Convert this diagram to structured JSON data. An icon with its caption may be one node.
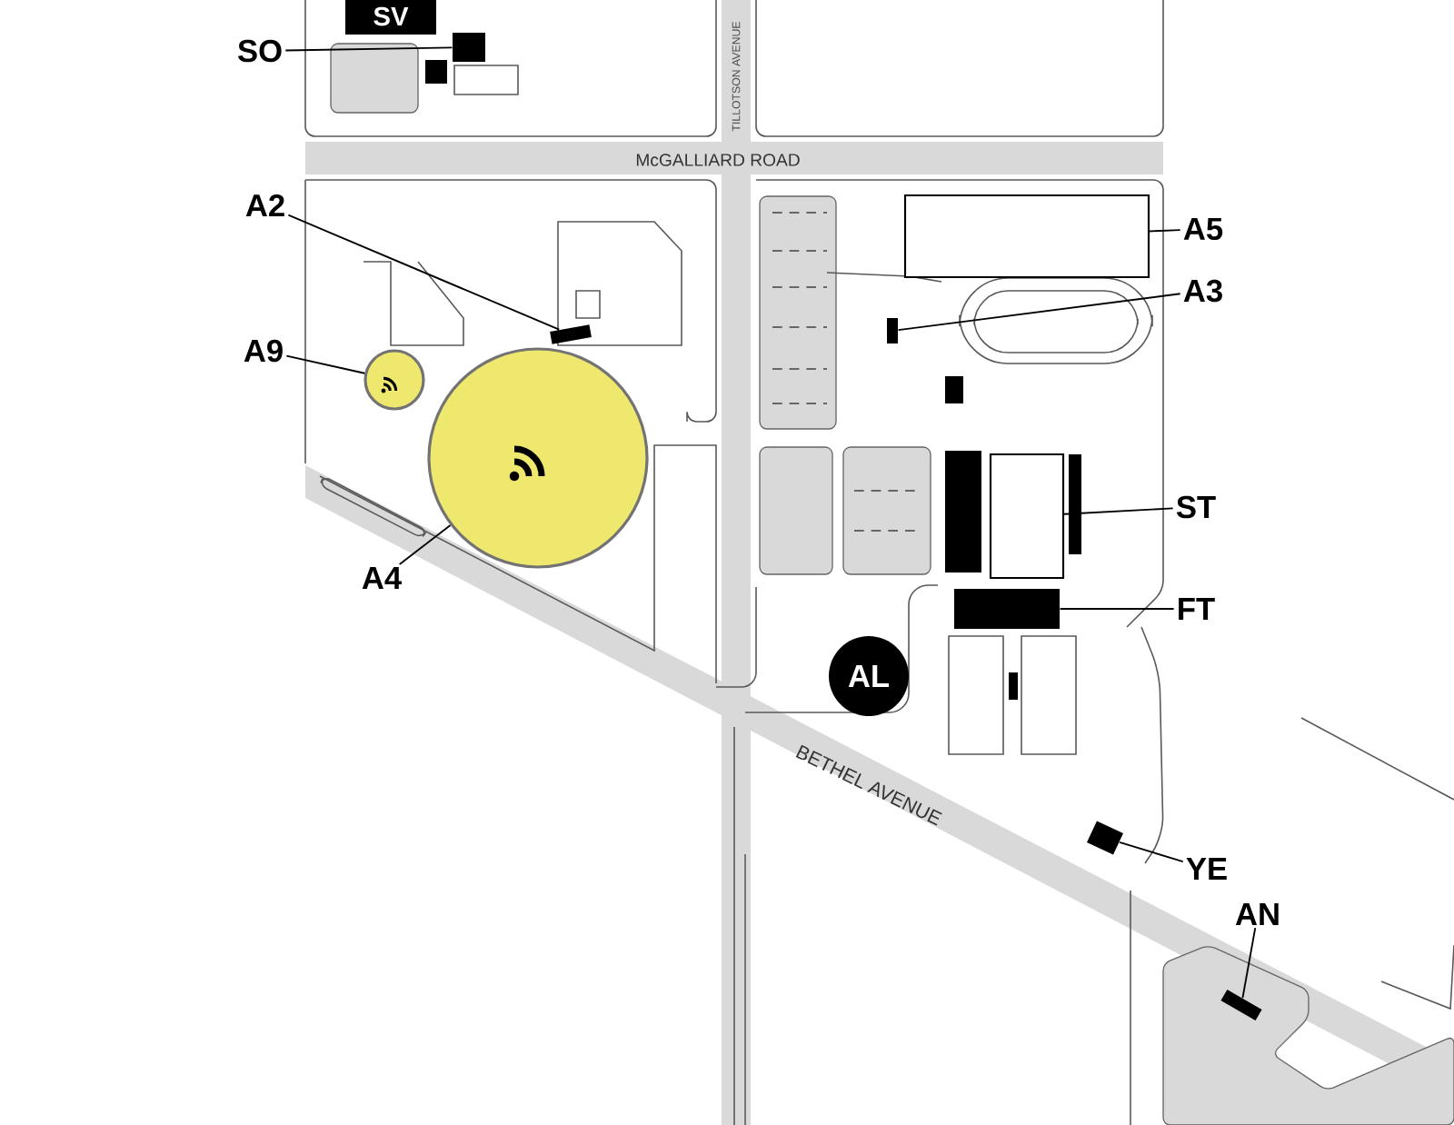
{
  "diagram": {
    "nodes": [
      {
        "text": [
          "SO"
        ]
      },
      {
        "text": [],
        "shape": "box"
      },
      {
        "text": [
          "A2"
        ]
      },
      {
        "text": [],
        "shape": "box"
      },
      {
        "text": [
          "A5"
        ]
      },
      {
        "text": [],
        "shape": "box"
      },
      {
        "text": [
          "A3"
        ]
      },
      {
        "text": [],
        "shape": "box"
      },
      {
        "text": [
          "A9"
        ]
      },
      {
        "text": [],
        "shape": "circle"
      },
      {
        "text": [
          "A4"
        ]
      },
      {
        "text": [],
        "shape": "circle"
      },
      {
        "text": [
          "ST"
        ]
      },
      {
        "text": [],
        "shape": "box"
      },
      {
        "text": [
          "FT"
        ]
      },
      {
        "text": [],
        "shape": "box"
      },
      {
        "text": [
          "AL"
        ]
      },
      {
        "text": [
          "YE"
        ]
      },
      {
        "text": [],
        "shape": "box"
      },
      {
        "text": [
          "AN"
        ]
      },
      {
        "text": [],
        "shape": "box"
      }
    ],
    "edges": [
      {
        "from": 0,
        "to": 1,
        "arrow": "none"
      },
      {
        "from": 2,
        "to": 3,
        "arrow": "none"
      },
      {
        "from": 4,
        "to": 5,
        "arrow": "none"
      },
      {
        "from": 6,
        "to": 7,
        "arrow": "none"
      },
      {
        "from": 8,
        "to": 9,
        "arrow": "none"
      },
      {
        "from": 10,
        "to": 11,
        "arrow": "none"
      },
      {
        "from": 12,
        "to": 13,
        "arrow": "none"
      },
      {
        "from": 14,
        "to": 15,
        "arrow": "none"
      },
      {
        "from": 17,
        "to": 18,
        "arrow": "none"
      },
      {
        "from": 19,
        "to": 20,
        "arrow": "none"
      }
    ],
    "labels": [
      "SV",
      "TILLOTSON AVENUE",
      "McGALLIARD ROAD",
      "BETHEL AVENUE"
    ]
  }
}
